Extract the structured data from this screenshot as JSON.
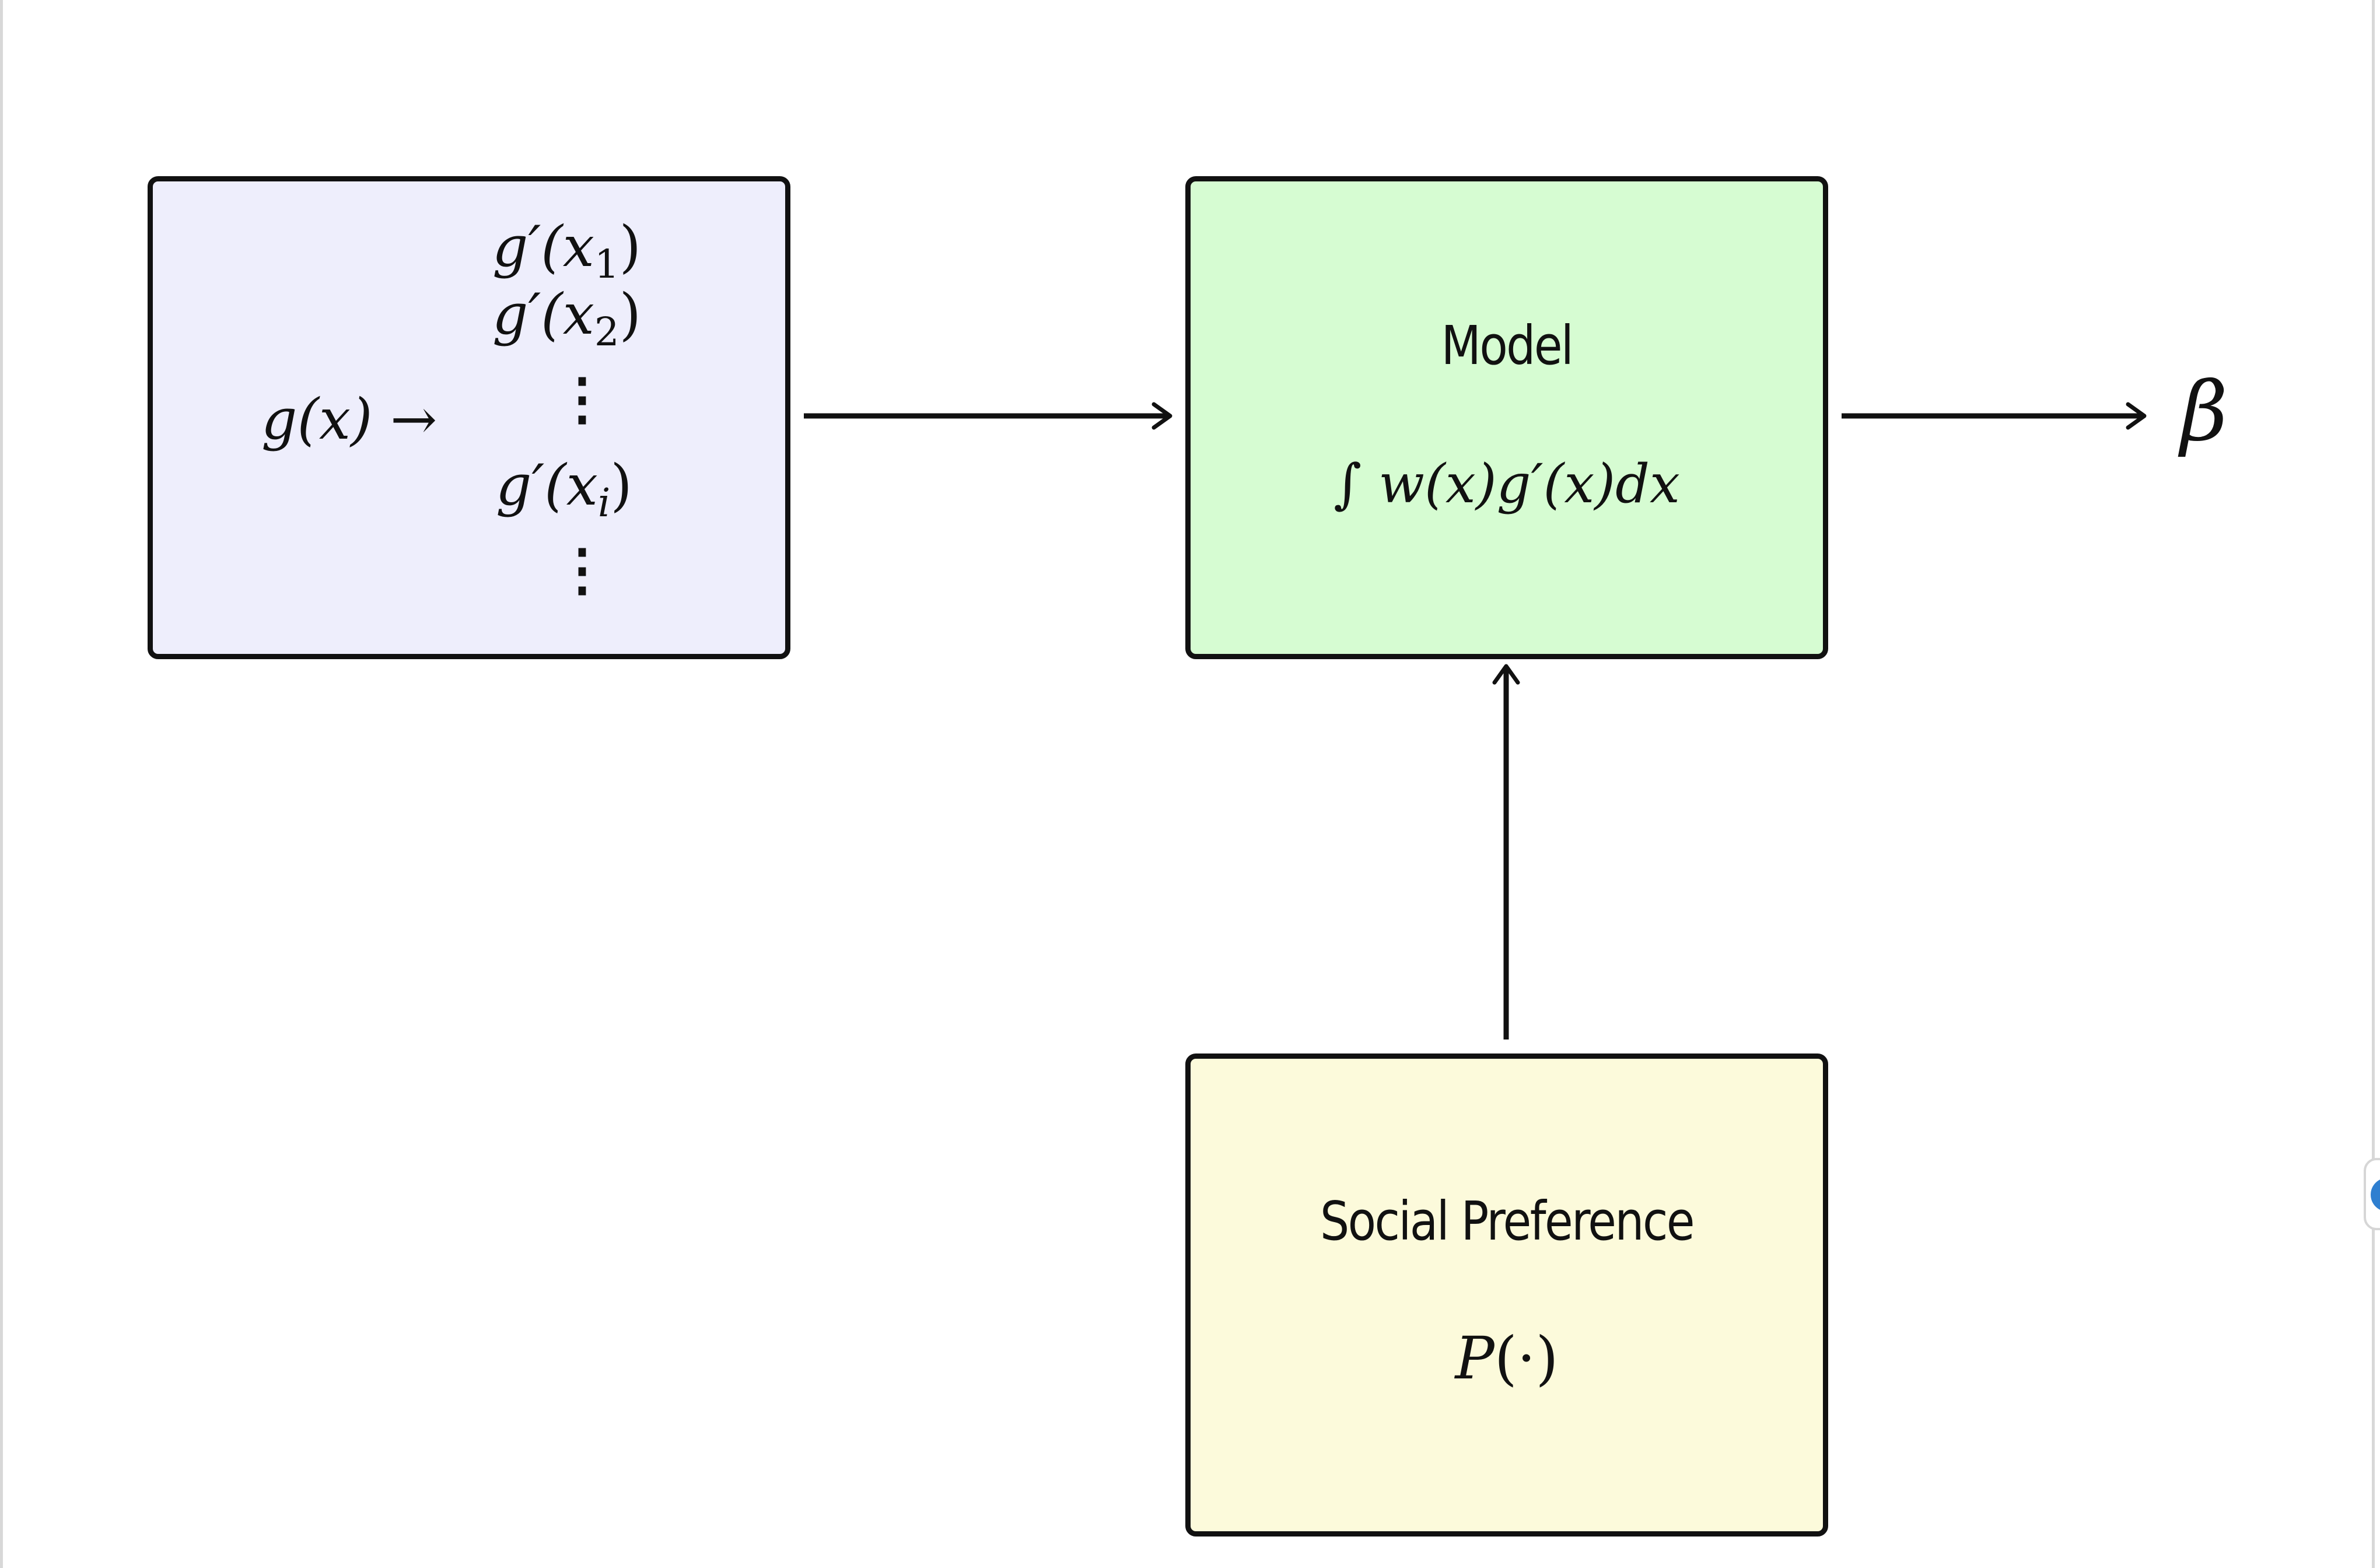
{
  "colors": {
    "input_fill": "#eeeefc",
    "model_fill": "#d6fcd2",
    "preference_fill": "#fcfadb",
    "stroke": "#111111"
  },
  "input_box": {
    "function_label": "g(x) →",
    "vector_entries": [
      "g′(x",
      "g′(x",
      "g′(x"
    ],
    "entry_subscripts": [
      "1",
      "2",
      "i"
    ]
  },
  "model_box": {
    "title": "Model",
    "formula": "∫ w(x)g′(x)dx"
  },
  "preference_box": {
    "title": "Social Preference",
    "formula_var": "P",
    "formula_arg": "(·)"
  },
  "output": {
    "symbol": "β"
  }
}
